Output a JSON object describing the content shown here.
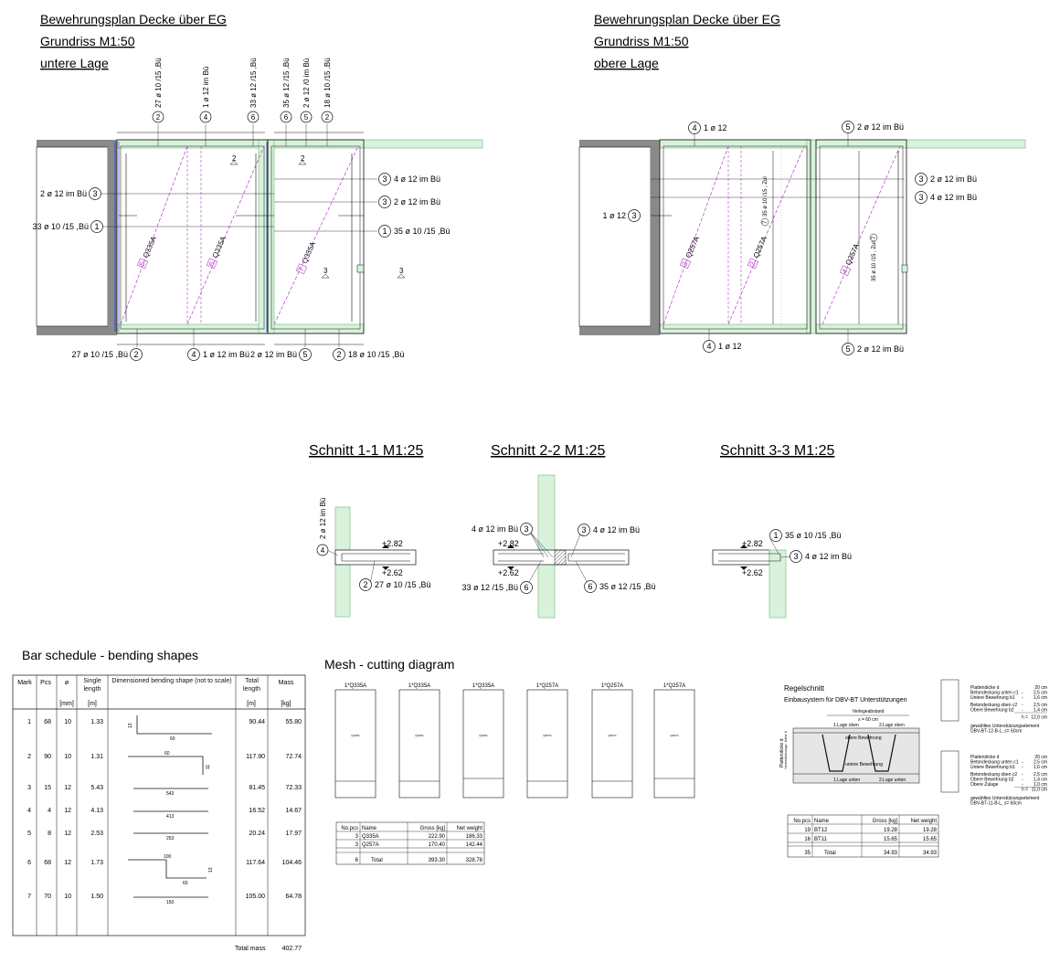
{
  "plans": [
    {
      "lines": [
        "Bewehrungsplan Decke über EG",
        "Grundriss M1:50",
        "untere Lage"
      ]
    },
    {
      "lines": [
        "Bewehrungsplan Decke über EG",
        "Grundriss M1:50",
        "obere Lage"
      ]
    }
  ],
  "plan1_callouts": {
    "top": [
      {
        "n": "2",
        "t": "27 ø 10 /15 ,Bü"
      },
      {
        "n": "4",
        "t": "1 ø 12 im Bü"
      },
      {
        "n": "6",
        "t": "33 ø 12 /15 ,Bü"
      },
      {
        "n": "6",
        "t": "35 ø 12 /15 ,Bü"
      },
      {
        "n": "5",
        "t": "2 ø 12 /0 im Bü"
      },
      {
        "n": "2",
        "t": "18 ø 10 /15 ,Bü"
      }
    ],
    "left": [
      {
        "n": "3",
        "t": "2 ø 12 im Bü"
      },
      {
        "n": "1",
        "t": "33 ø 10 /15 ,Bü"
      }
    ],
    "right": [
      {
        "n": "3",
        "t": "4 ø 12 im Bü"
      },
      {
        "n": "3",
        "t": "2 ø 12 im Bü"
      },
      {
        "n": "1",
        "t": "35 ø 10 /15 ,Bü"
      }
    ],
    "bottom": [
      {
        "n": "2",
        "t": "27 ø 10 /15 ,Bü"
      },
      {
        "n": "4",
        "t": "1 ø 12 im Bü"
      },
      {
        "n": "5",
        "t": "2 ø 12 im Bü"
      },
      {
        "n": "2",
        "t": "18 ø 10 /15 ,Bü"
      }
    ],
    "meshes": [
      {
        "n": "5",
        "t": "Q335A"
      },
      {
        "n": "6",
        "t": "Q335A"
      },
      {
        "n": "7",
        "t": "Q335A"
      }
    ],
    "section_marks": [
      "2",
      "2",
      "3",
      "3"
    ]
  },
  "plan2_callouts": {
    "top": [
      {
        "n": "4",
        "t": "1 ø 12"
      },
      {
        "n": "5",
        "t": "2 ø 12 im Bü"
      }
    ],
    "left": [
      {
        "n": "3",
        "t": "1 ø 12"
      }
    ],
    "right": [
      {
        "n": "3",
        "t": "2 ø 12 im Bü"
      },
      {
        "n": "3",
        "t": "4 ø 12 im Bü"
      }
    ],
    "bottom": [
      {
        "n": "4",
        "t": "1 ø 12"
      },
      {
        "n": "5",
        "t": "2 ø 12 im Bü"
      }
    ],
    "meshes": [
      {
        "n": "3",
        "t": "Q257A"
      },
      {
        "n": "2",
        "t": "Q257A"
      },
      {
        "n": "4",
        "t": "Q257A"
      }
    ],
    "zul": [
      {
        "n": "7",
        "t": "35 ø 10 /15 , Zul"
      },
      {
        "n": "7",
        "t": "35 ø 10 /15 , Zul"
      }
    ]
  },
  "sections": {
    "s1": {
      "title": "Schnitt 1-1 M1:25",
      "levels": [
        "+2.82",
        "+2.62"
      ],
      "callouts": [
        {
          "n": "4",
          "t": "2 ø 12 im Bü"
        },
        {
          "n": "2",
          "t": "27 ø 10 /15 ,Bü"
        }
      ]
    },
    "s2": {
      "title": "Schnitt 2-2 M1:25",
      "levels": [
        "+2.82",
        "+2.62"
      ],
      "callouts": [
        {
          "n": "3",
          "t": "4 ø 12 im Bü"
        },
        {
          "n": "3",
          "t": "4 ø 12 im Bü"
        },
        {
          "n": "6",
          "t": "33 ø 12 /15 ,Bü"
        },
        {
          "n": "6",
          "t": "35 ø 12 /15 ,Bü"
        }
      ]
    },
    "s3": {
      "title": "Schnitt 3-3 M1:25",
      "levels": [
        "+2.82",
        "+2.62"
      ],
      "callouts": [
        {
          "n": "1",
          "t": "35 ø 10 /15 ,Bü"
        },
        {
          "n": "3",
          "t": "4 ø 12 im Bü"
        }
      ]
    }
  },
  "bar_schedule": {
    "title": "Bar schedule - bending shapes",
    "headers": [
      "Mark",
      "Pcs",
      "ø",
      "Single length",
      "Dimensioned bending shape (not to scale)",
      "Total length",
      "Mass"
    ],
    "units": [
      "",
      "",
      "[mm]",
      "[m]",
      "",
      "[m]",
      "[kg]"
    ],
    "rows": [
      {
        "mark": "1",
        "pcs": "68",
        "d": "10",
        "len": "1.33",
        "dims": [
          "13",
          "60"
        ],
        "total": "90.44",
        "mass": "55.80"
      },
      {
        "mark": "2",
        "pcs": "90",
        "d": "10",
        "len": "1.31",
        "dims": [
          "60",
          "11"
        ],
        "total": "117.90",
        "mass": "72.74"
      },
      {
        "mark": "3",
        "pcs": "15",
        "d": "12",
        "len": "5.43",
        "dims": [
          "543"
        ],
        "total": "81.45",
        "mass": "72.33"
      },
      {
        "mark": "4",
        "pcs": "4",
        "d": "12",
        "len": "4.13",
        "dims": [
          "413"
        ],
        "total": "16.52",
        "mass": "14.67"
      },
      {
        "mark": "5",
        "pcs": "8",
        "d": "12",
        "len": "2.53",
        "dims": [
          "253"
        ],
        "total": "20.24",
        "mass": "17.97"
      },
      {
        "mark": "6",
        "pcs": "68",
        "d": "12",
        "len": "1.73",
        "dims": [
          "100",
          "13",
          "60"
        ],
        "total": "117.64",
        "mass": "104.46"
      },
      {
        "mark": "7",
        "pcs": "70",
        "d": "10",
        "len": "1.50",
        "dims": [
          "150"
        ],
        "total": "105.00",
        "mass": "64.78"
      }
    ],
    "total_label": "Total mass",
    "total_value": "402.77"
  },
  "mesh": {
    "title": "Mesh - cutting diagram",
    "sheets": [
      {
        "label": "1*Q335A",
        "id": "Q335A"
      },
      {
        "label": "1*Q335A",
        "id": "Q335A"
      },
      {
        "label": "1*Q335A",
        "id": "Q335A"
      },
      {
        "label": "1*Q257A",
        "id": "Q257A"
      },
      {
        "label": "1*Q257A",
        "id": "Q257A"
      },
      {
        "label": "1*Q257A",
        "id": "Q257A"
      }
    ],
    "table": {
      "headers": [
        "No.pcs",
        "Name",
        "Gross [kg]",
        "Net weight"
      ],
      "rows": [
        [
          "3",
          "Q335A",
          "222.90",
          "186.33"
        ],
        [
          "3",
          "Q257A",
          "170.40",
          "142.44"
        ]
      ],
      "total": [
        "6",
        "Total",
        "393.30",
        "328.78"
      ]
    }
  },
  "regelschnitt": {
    "title": "Regelschnitt",
    "subtitle": "Einbausystem für DBV-BT Unterstützungen",
    "labels": {
      "verlegeabstand": "Verlegeabstand",
      "s": "s = 60 cm",
      "lage_oben1": "1.Lage oben",
      "lage_oben2": "2.Lage oben",
      "obere": "obere Bewehrung",
      "untere": "untere Bewehrung",
      "lage_unten1": "1.Lage unten",
      "lage_unten2": "2.Lage unten",
      "plattendicke": "Plattendicke d",
      "unterstuetzung": "Unterstützungs- höhe h"
    },
    "specs": [
      {
        "lines": [
          [
            "Plattendicke d",
            "",
            "20 cm"
          ],
          [
            "Betondeckung unten c1",
            "-",
            "2,5 cm"
          ],
          [
            "Untere Bewehrung b1",
            "-",
            "1,6 cm"
          ],
          [
            "Betondeckung oben c2",
            "-",
            "2,5 cm"
          ],
          [
            "Obere Bewehrung b2",
            "-",
            "1,4 cm"
          ],
          [
            "",
            "h =",
            "12,0 cm"
          ]
        ],
        "note": [
          "gewähltes Unterstützungselement",
          "DBV-BT-12-B-L, s= 60cm"
        ]
      },
      {
        "lines": [
          [
            "Plattendicke d",
            "",
            "20 cm"
          ],
          [
            "Betondeckung unten c1",
            "-",
            "2,5 cm"
          ],
          [
            "Untere Bewehrung b1",
            "-",
            "1,6 cm"
          ],
          [
            "Betondeckung oben c2",
            "-",
            "2,5 cm"
          ],
          [
            "Obere Bewehrung b2",
            "-",
            "1,4 cm"
          ],
          [
            "Obere Zulage",
            "-",
            "1,0 cm"
          ],
          [
            "",
            "h =",
            "11,0 cm"
          ]
        ],
        "note": [
          "gewähltes Unterstützungselement",
          "DBV-BT-11-B-L, s= 60cm"
        ]
      }
    ],
    "table": {
      "headers": [
        "No.pcs",
        "Name",
        "Gross [kg]",
        "Net weight"
      ],
      "rows": [
        [
          "19",
          "BT12",
          "19.28",
          "19.28"
        ],
        [
          "16",
          "BT11",
          "15.65",
          "15.65"
        ]
      ],
      "total": [
        "35",
        "Total",
        "34.93",
        "34.93"
      ]
    }
  },
  "colors": {
    "green": "#d9f2dc",
    "green_stroke": "#7fbf86",
    "grey": "#8a8a8a",
    "magenta": "#b43cc8",
    "blue": "#3a4fc8",
    "line": "#111111"
  }
}
